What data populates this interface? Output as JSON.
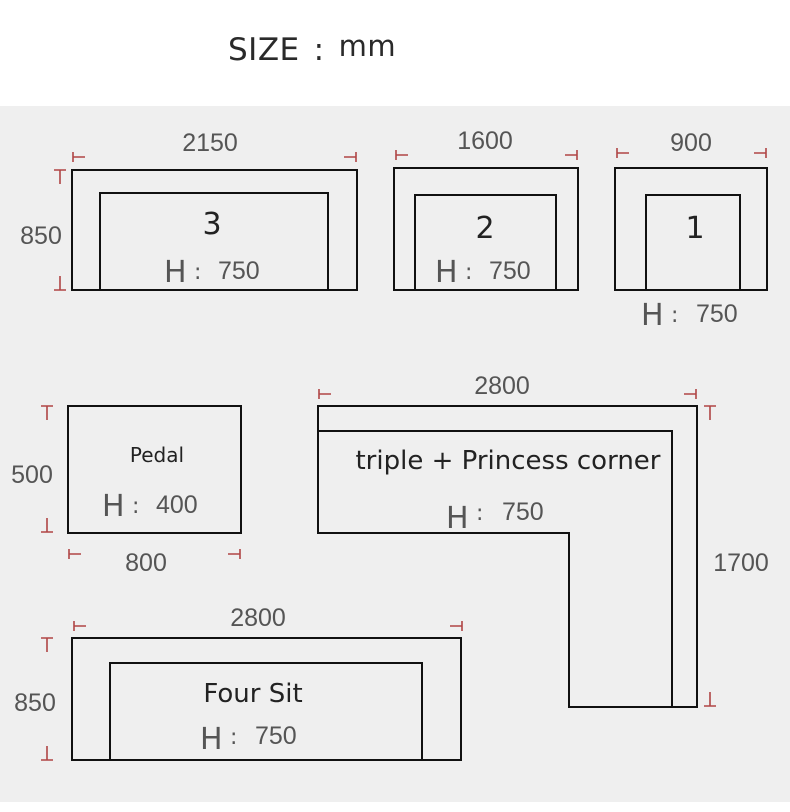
{
  "header": {
    "size_label": "SIZE",
    "separator": ":",
    "unit": "mm"
  },
  "pieces": [
    {
      "label": "3",
      "width": "2150",
      "depth": "850",
      "height": "750"
    },
    {
      "label": "2",
      "width": "1600",
      "height": "750"
    },
    {
      "label": "1",
      "width": "900",
      "height": "750"
    },
    {
      "label": "Pedal",
      "width": "800",
      "depth": "500",
      "height": "400"
    },
    {
      "label": "triple + Princess corner",
      "width": "2800",
      "depth": "1700",
      "height": "750"
    },
    {
      "label": "Four Sit",
      "width": "2800",
      "depth": "850",
      "height": "750"
    }
  ],
  "height_prefix": "H",
  "colon": ":",
  "colors": {
    "background": "#efefef",
    "outline": "#111111",
    "tick": "#b04545",
    "dim_text": "#555555"
  }
}
